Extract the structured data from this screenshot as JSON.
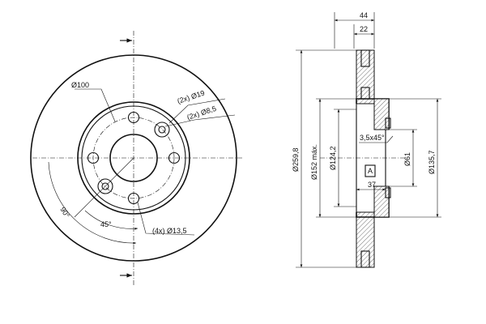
{
  "front_view": {
    "labels": {
      "pcd": "Ø100",
      "hole_2x19": "(2x) Ø19",
      "hole_2x85": "(2x) Ø8,5",
      "angle_90": "90°",
      "angle_45": "45°",
      "holes_4x135": "(4x) Ø13,5"
    }
  },
  "side_view": {
    "labels": {
      "width_44": "44",
      "width_22": "22",
      "dia_259": "Ø259,8",
      "dia_152": "Ø152 máx.",
      "dia_124": "Ø124,2",
      "chamfer": "3,5x45°",
      "datum": "A",
      "dia_61": "Ø61",
      "dia_135": "Ø135,7",
      "depth_37": "37"
    }
  },
  "colors": {
    "line": "#111111",
    "background": "#ffffff"
  }
}
